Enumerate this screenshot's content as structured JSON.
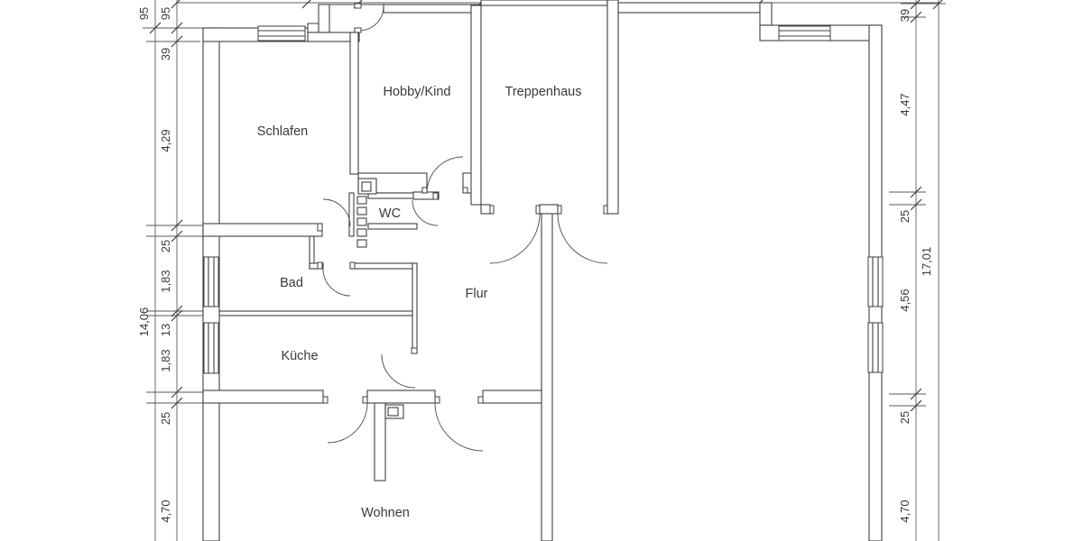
{
  "plan": {
    "rooms": {
      "schlafen": "Schlafen",
      "hobby_kind": "Hobby/Kind",
      "treppenhaus": "Treppenhaus",
      "wc": "WC",
      "bad": "Bad",
      "flur": "Flur",
      "kueche": "Küche",
      "wohnen": "Wohnen"
    },
    "dims": {
      "left_outer": [
        "95",
        "14,06"
      ],
      "left_inner": [
        "95",
        "39",
        "4,29",
        "25",
        "1,83",
        "13",
        "1,83",
        "25",
        "4,70"
      ],
      "right_inner": [
        "39",
        "4,47",
        "25",
        "4,56",
        "25",
        "4,70"
      ],
      "right_outer": [
        "17,01"
      ]
    },
    "colors": {
      "line": "#3f3f3f",
      "text": "#3a3a3a",
      "background": "#ffffff"
    }
  }
}
